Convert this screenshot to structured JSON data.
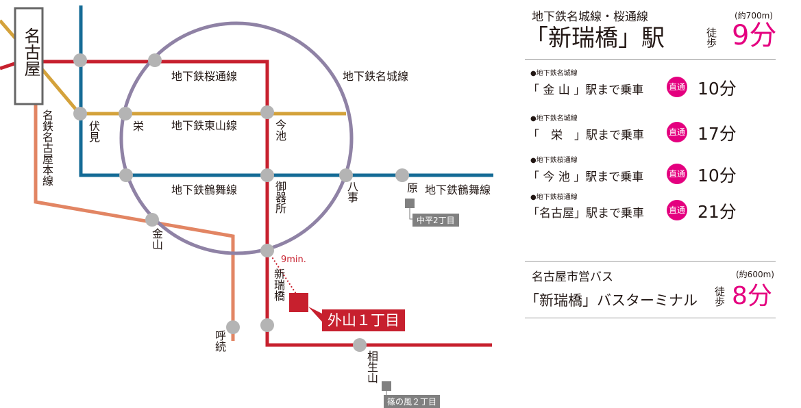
{
  "map": {
    "lines": {
      "sakuradori": "地下鉄桜通線",
      "meijo": "地下鉄名城線",
      "higashiyama": "地下鉄東山線",
      "tsurumai_inner": "地下鉄鶴舞線",
      "tsurumai_outer": "地下鉄鶴舞線",
      "meitetsu": "名鉄名古屋本線"
    },
    "stations": {
      "nagoya": "名古屋",
      "fushimi": "伏見",
      "sakae": "栄",
      "imaike": "今池",
      "gokiso": "御器所",
      "yagoto": "八事",
      "hara": "原",
      "kanayama": "金山",
      "shinmizuhashi": "新瑞橋",
      "yobitsugi": "呼続",
      "aioiyama": "相生山"
    },
    "landmarks": {
      "nakahira": "中平2丁目",
      "shinokaze": "篠の風２丁目"
    },
    "walk_label": "9min.",
    "property": "外山１丁目",
    "colors": {
      "sakuradori": "#c7202e",
      "meijo": "#8f82a5",
      "higashiyama": "#d4a23b",
      "tsurumai": "#146b96",
      "meitetsu": "#e28563",
      "station": "#b4b4b4"
    }
  },
  "access": {
    "main": {
      "line": "地下鉄名城線・桜通線",
      "distance": "(約700m)",
      "station": "「新瑞橋」駅",
      "walk": "徒歩",
      "minutes": "9分"
    },
    "rides": [
      {
        "line": "●地下鉄名城線",
        "station": "「 金 山 」駅まで乗車",
        "badge": "直通",
        "time": "10分"
      },
      {
        "line": "●地下鉄名城線",
        "station": "「　栄　」駅まで乗車",
        "badge": "直通",
        "time": "17分"
      },
      {
        "line": "●地下鉄桜通線",
        "station": "「 今 池 」駅まで乗車",
        "badge": "直通",
        "time": "10分"
      },
      {
        "line": "●地下鉄桜通線",
        "station": "「名古屋」駅まで乗車",
        "badge": "直通",
        "time": "21分"
      }
    ],
    "bus": {
      "title": "名古屋市営バス",
      "distance": "(約600m)",
      "terminal": "「新瑞橋」バスターミナル",
      "walk": "徒歩",
      "minutes": "8分"
    }
  }
}
